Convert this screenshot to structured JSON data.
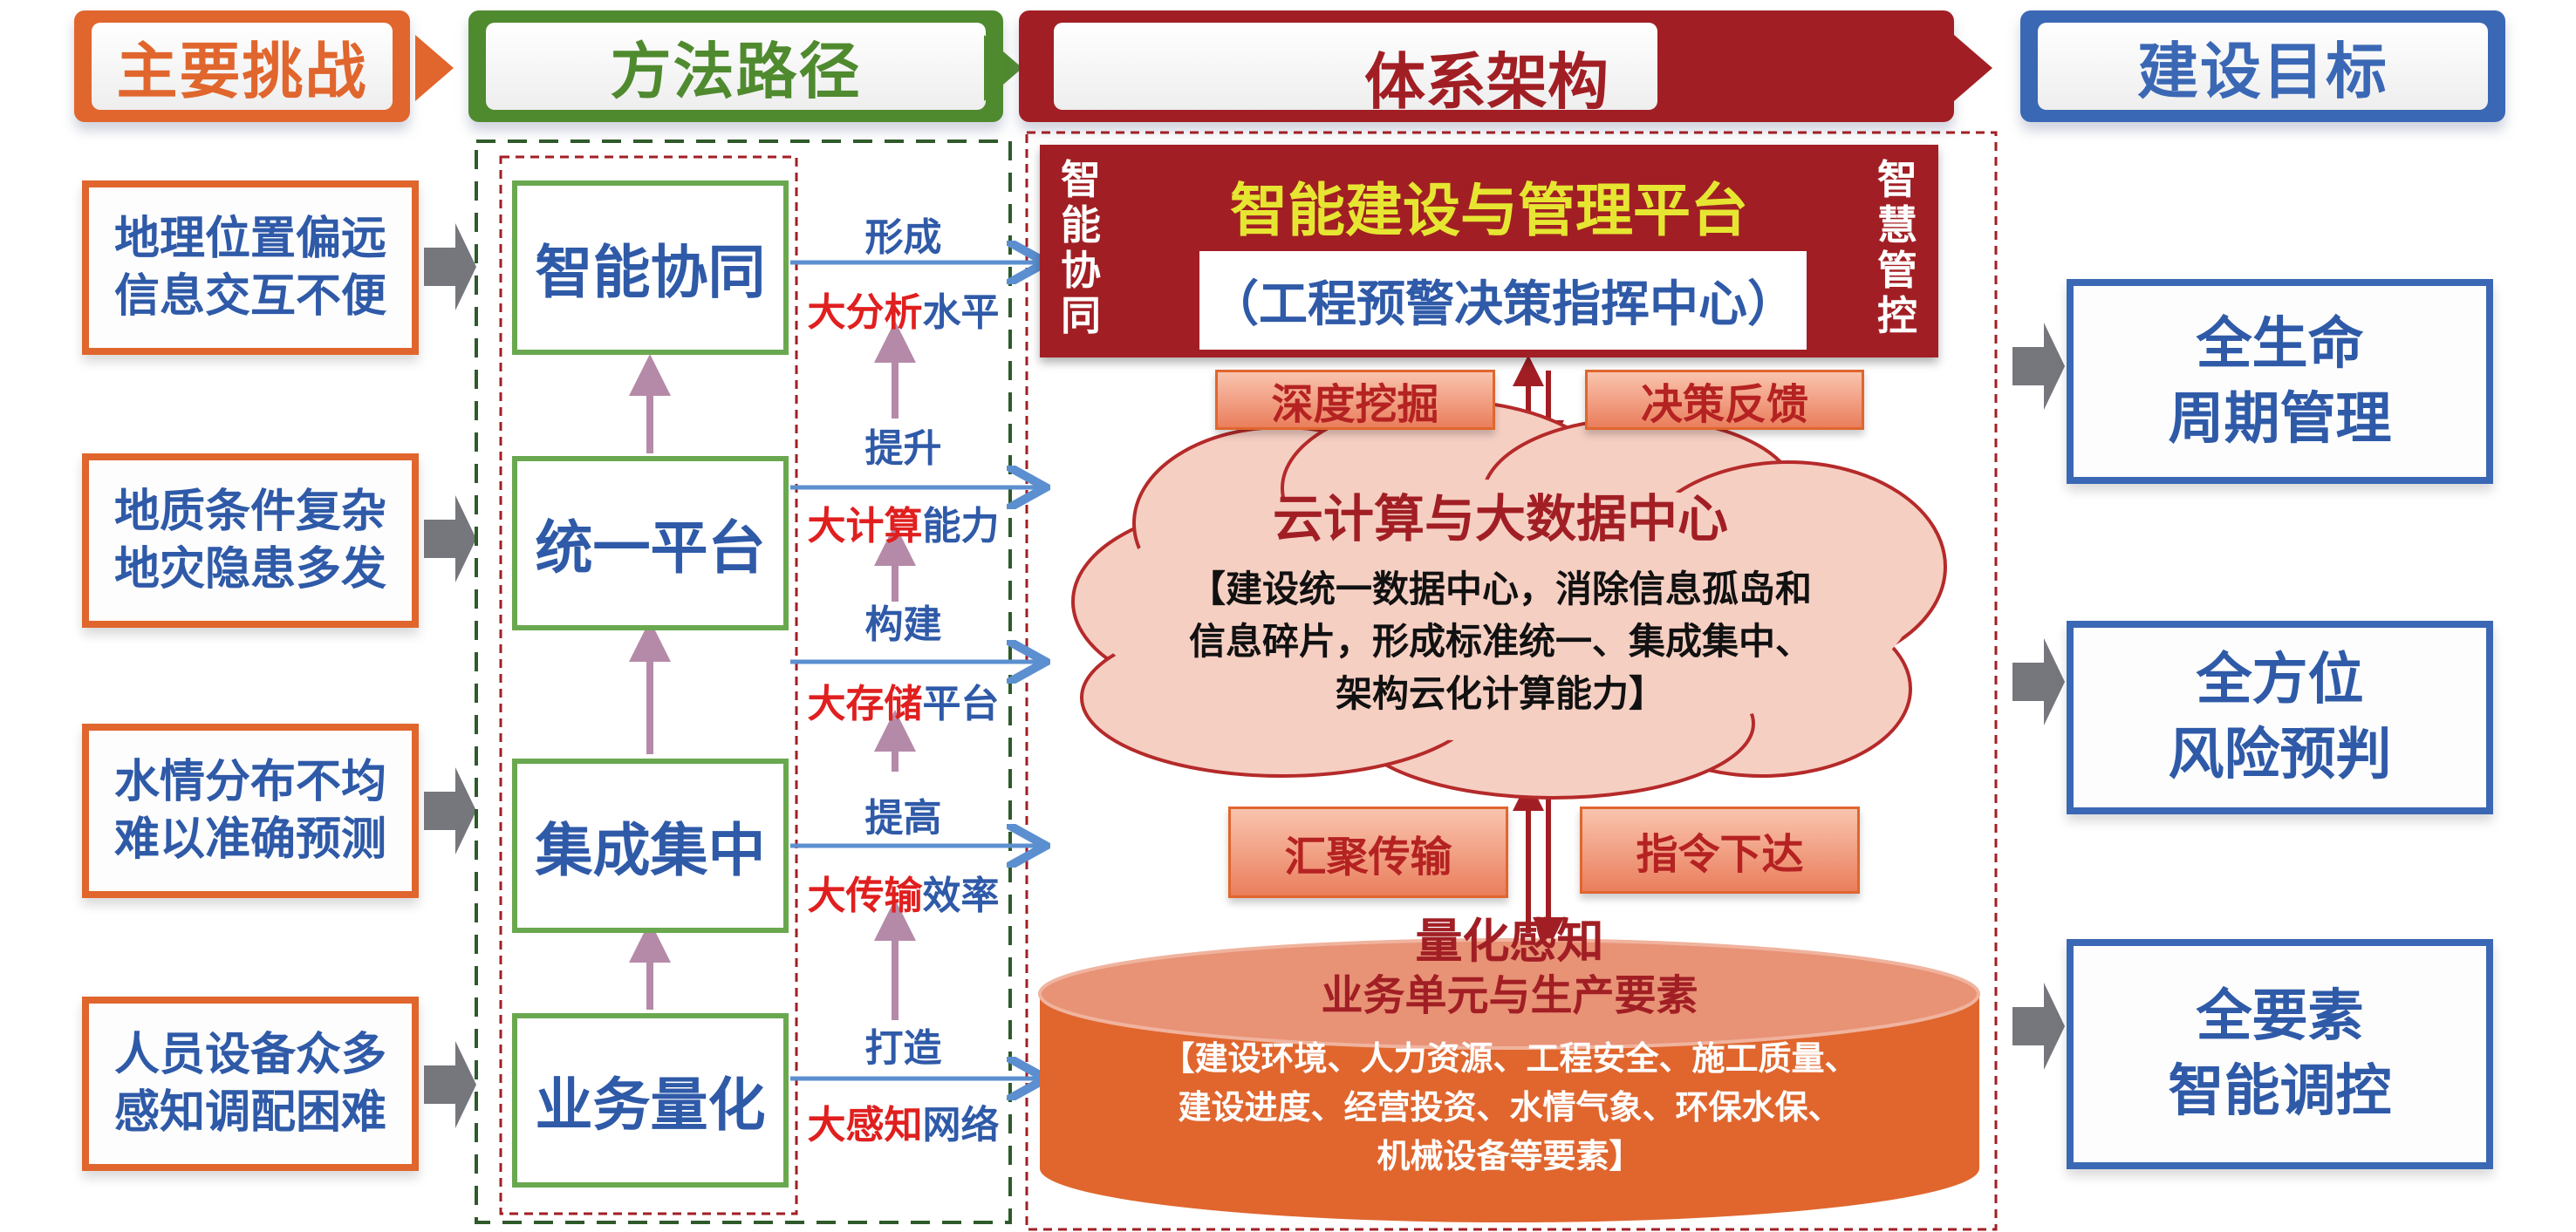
{
  "headers": {
    "challenges": "主要挑战",
    "methods": "方法路径",
    "architecture": "体系架构",
    "goals": "建设目标"
  },
  "colors": {
    "orange": "#e0662e",
    "green": "#4f8a2f",
    "darkred": "#a11f24",
    "blue": "#3b68b5"
  },
  "challenges": [
    {
      "line1": "地理位置偏远",
      "line2": "信息交互不便"
    },
    {
      "line1": "地质条件复杂",
      "line2": "地灾隐患多发"
    },
    {
      "line1": "水情分布不均",
      "line2": "难以准确预测"
    },
    {
      "line1": "人员设备众多",
      "line2": "感知调配困难"
    }
  ],
  "methods": [
    "智能协同",
    "统一平台",
    "集成集中",
    "业务量化"
  ],
  "actions": [
    {
      "verb": "形成",
      "big": "大分析",
      "rest": "水平"
    },
    {
      "verb": "提升",
      "big": "大计算",
      "rest": "能力"
    },
    {
      "verb": "构建",
      "big": "大存储",
      "rest": "平台"
    },
    {
      "verb": "提高",
      "big": "大传输",
      "rest": "效率"
    },
    {
      "verb": "打造",
      "big": "大感知",
      "rest": "网络"
    }
  ],
  "platform": {
    "title": "智能建设与管理平台",
    "subtitle": "（工程预警决策指挥中心）",
    "left": "智能协同",
    "right": "智慧管控"
  },
  "upper_pills": [
    "深度挖掘",
    "决策反馈"
  ],
  "cloud": {
    "title": "云计算与大数据中心",
    "line1": "【建设统一数据中心，消除信息孤岛和",
    "line2": "信息碎片，形成标准统一、集成集中、",
    "line3": "架构云化计算能力】"
  },
  "lower_pills": [
    "汇聚传输",
    "指令下达"
  ],
  "base": {
    "title": "量化感知",
    "subtitle": "业务单元与生产要素",
    "line1": "【建设环境、人力资源、工程安全、施工质量、",
    "line2": "建设进度、经营投资、水情气象、环保水保、",
    "line3": "机械设备等要素】"
  },
  "goals": [
    {
      "line1": "全生命",
      "line2": "周期管理"
    },
    {
      "line1": "全方位",
      "line2": "风险预判"
    },
    {
      "line1": "全要素",
      "line2": "智能调控"
    }
  ]
}
